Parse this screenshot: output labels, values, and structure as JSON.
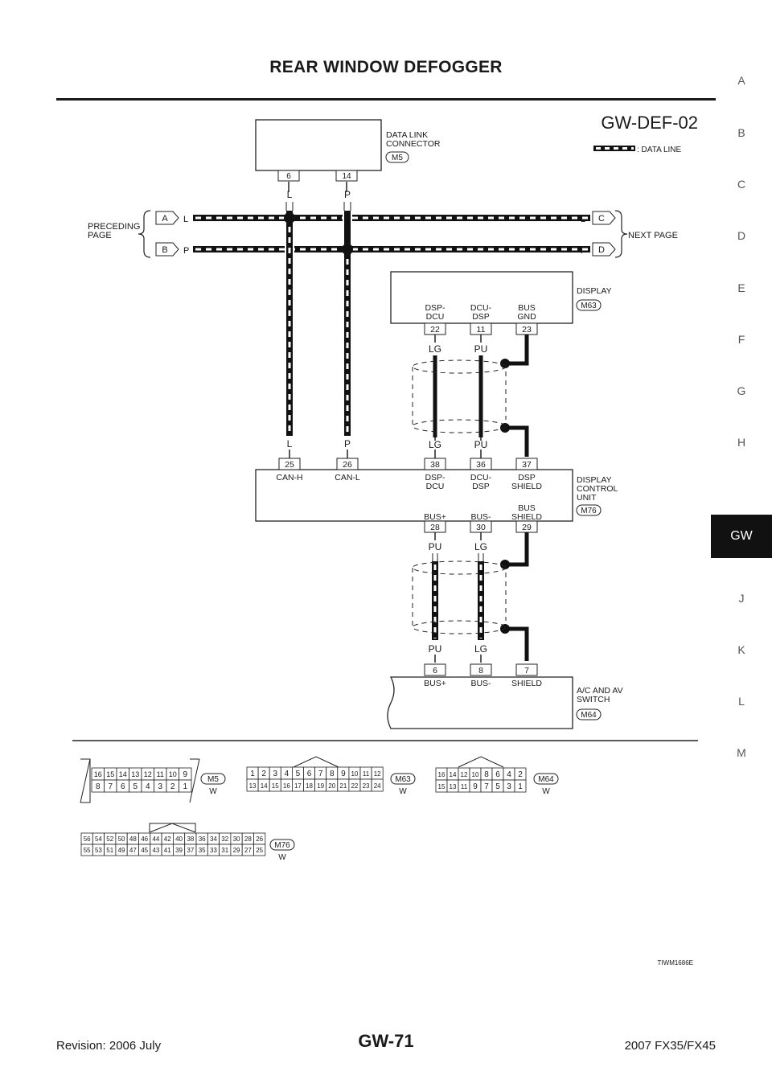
{
  "header": {
    "title": "REAR WINDOW DEFOGGER"
  },
  "side_index": {
    "letters": [
      "A",
      "B",
      "C",
      "D",
      "E",
      "F",
      "G",
      "H",
      "GW",
      "J",
      "K",
      "L",
      "M"
    ],
    "active": "GW"
  },
  "diagram": {
    "id": "GW-DEF-02",
    "legend_text": ": DATA LINE",
    "preceding_page": [
      "PRECEDING",
      "PAGE"
    ],
    "next_page": "NEXT PAGE",
    "page_connectors": {
      "a": "A",
      "b": "B",
      "c": "C",
      "d": "D"
    },
    "data_link": {
      "name": [
        "DATA LINK",
        "CONNECTOR"
      ],
      "code": "M5",
      "pins": [
        "6",
        "14"
      ],
      "colors": [
        "L",
        "P"
      ]
    },
    "bus_colors": {
      "l": "L",
      "p": "P"
    },
    "display": {
      "name": "DISPLAY",
      "code": "M63",
      "pins": [
        "22",
        "11",
        "23"
      ],
      "labels": [
        [
          "DSP-",
          "DCU"
        ],
        [
          "DCU-",
          "DSP"
        ],
        [
          "BUS",
          "GND"
        ]
      ],
      "colors": [
        "LG",
        "PU"
      ]
    },
    "dcu": {
      "name": [
        "DISPLAY",
        "CONTROL",
        "UNIT"
      ],
      "code": "M76",
      "top_pins": [
        "25",
        "26",
        "38",
        "36",
        "37"
      ],
      "top_labels": [
        [
          "CAN-H"
        ],
        [
          "CAN-L"
        ],
        [
          "DSP-",
          "DCU"
        ],
        [
          "DCU-",
          "DSP"
        ],
        [
          "DSP",
          "SHIELD"
        ]
      ],
      "top_colors": [
        "L",
        "P",
        "LG",
        "PU"
      ],
      "bottom_labels": [
        [
          "BUS+"
        ],
        [
          "BUS-"
        ],
        [
          "BUS",
          "SHIELD"
        ]
      ],
      "bottom_pins": [
        "28",
        "30",
        "29"
      ],
      "bottom_colors": [
        "PU",
        "LG"
      ]
    },
    "ac_switch": {
      "name": [
        "A/C AND AV",
        "SWITCH"
      ],
      "code": "M64",
      "colors": [
        "PU",
        "LG"
      ],
      "pins": [
        "6",
        "8",
        "7"
      ],
      "labels": [
        "BUS+",
        "BUS-",
        "SHIELD"
      ]
    },
    "connector_faces": {
      "m5": {
        "code": "M5",
        "color": "W",
        "top": [
          "16",
          "15",
          "14",
          "13",
          "12",
          "11",
          "10",
          "9"
        ],
        "bottom": [
          "8",
          "7",
          "6",
          "5",
          "4",
          "3",
          "2",
          "1"
        ]
      },
      "m63": {
        "code": "M63",
        "color": "W",
        "top": [
          "1",
          "2",
          "3",
          "4",
          "5",
          "6",
          "7",
          "8",
          "9",
          "10",
          "11",
          "12"
        ],
        "bottom": [
          "13",
          "14",
          "15",
          "16",
          "17",
          "18",
          "19",
          "20",
          "21",
          "22",
          "23",
          "24"
        ]
      },
      "m64": {
        "code": "M64",
        "color": "W",
        "top": [
          "16",
          "14",
          "12",
          "10",
          "8",
          "6",
          "4",
          "2"
        ],
        "bottom": [
          "15",
          "13",
          "11",
          "9",
          "7",
          "5",
          "3",
          "1"
        ]
      },
      "m76": {
        "code": "M76",
        "color": "W",
        "top": [
          "56",
          "54",
          "52",
          "50",
          "48",
          "46",
          "44",
          "42",
          "40",
          "38",
          "36",
          "34",
          "32",
          "30",
          "28",
          "26"
        ],
        "bottom": [
          "55",
          "53",
          "51",
          "49",
          "47",
          "45",
          "43",
          "41",
          "39",
          "37",
          "35",
          "33",
          "31",
          "29",
          "27",
          "25"
        ]
      }
    },
    "figure_code": "TIWM1686E"
  },
  "footer": {
    "revision": "Revision: 2006 July",
    "page": "GW-71",
    "model": "2007 FX35/FX45"
  }
}
